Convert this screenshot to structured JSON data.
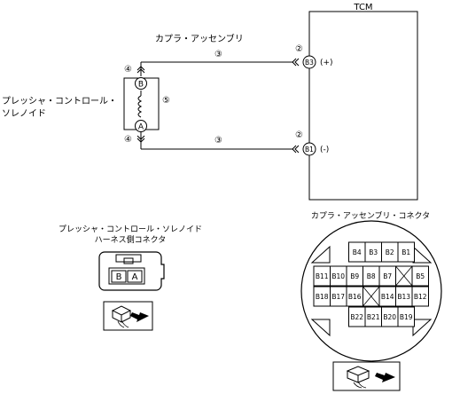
{
  "tcm": {
    "label": "TCM"
  },
  "coupler_assembly": {
    "label": "カプラ・アッセンブリ"
  },
  "solenoid": {
    "label_line1": "プレッシャ・コントロール・",
    "label_line2": "ソレノイド"
  },
  "circuit": {
    "wire_label": "③",
    "tcm_side_marker": "②",
    "harness_marker": "④",
    "coil_marker": "⑤",
    "terminal_b": "B",
    "terminal_a": "A",
    "tcm_pin_top": "B3",
    "tcm_pin_bottom": "B1",
    "polarity_top": "(+)",
    "polarity_bottom": "(-)"
  },
  "harness_connector": {
    "title_line1": "プレッシャ・コントロール・ソレノイド",
    "title_line2": "ハーネス側コネクタ",
    "pins": [
      "B",
      "A"
    ]
  },
  "coupler_connector": {
    "title": "カプラ・アッセンブリ・コネクタ",
    "rows": [
      [
        "",
        "B4",
        "B3",
        "B2",
        "B1",
        ""
      ],
      [
        "B11",
        "B10",
        "B9",
        "B8",
        "B7",
        "",
        "B5"
      ],
      [
        "B18",
        "B17",
        "B16",
        "",
        "B14",
        "B13",
        "B12"
      ],
      [
        "",
        "B22",
        "B21",
        "B20",
        "B19",
        ""
      ]
    ]
  }
}
